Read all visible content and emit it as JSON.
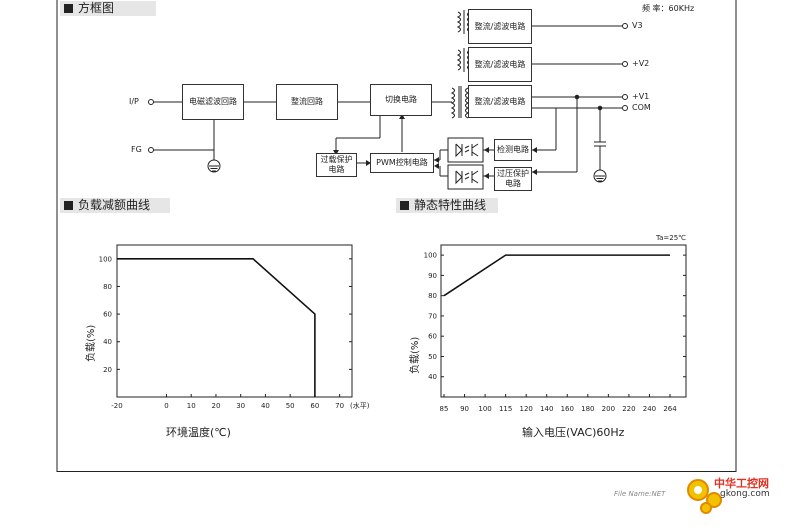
{
  "headers": {
    "block_diagram": "方框图",
    "derating": "负载减额曲线",
    "static": "静态特性曲线"
  },
  "block_diagram": {
    "freq": "频 率：60KHz",
    "ip": "I/P",
    "fg": "FG",
    "emi": "电磁滤波回路",
    "rectifier": "整流回路",
    "switching": "切换电路",
    "rect_filter_v3": "整流/滤波电路",
    "rect_filter_v2": "整流/滤波电路",
    "rect_filter_v1": "整流/滤波电路",
    "v3": "V3",
    "v2": "+V2",
    "v1": "+V1",
    "com": "COM",
    "ocp": "过载保护电路",
    "pwm": "PWM控制电路",
    "detect": "检测电路",
    "ovp": "过压保护电路"
  },
  "chart_data": [
    {
      "type": "line",
      "title": "负载减额曲线",
      "xlabel": "环境温度(℃)",
      "ylabel": "负载(%)",
      "x_ticks": [
        "-20",
        "0",
        "10",
        "20",
        "30",
        "40",
        "50",
        "60",
        "70"
      ],
      "x_tick_unit": "(水平)",
      "y_ticks": [
        "20",
        "40",
        "60",
        "80",
        "100"
      ],
      "xlim": [
        -20,
        75
      ],
      "ylim": [
        0,
        110
      ],
      "series": [
        {
          "x": [
            -20,
            35,
            60,
            60
          ],
          "y": [
            100,
            100,
            60,
            0
          ]
        }
      ],
      "grid": false
    },
    {
      "type": "line",
      "title": "静态特性曲线",
      "xlabel": "输入电压(VAC)60Hz",
      "ylabel": "负载(%)",
      "annotation": "Ta=25℃",
      "x_ticks": [
        "85",
        "90",
        "100",
        "115",
        "120",
        "140",
        "160",
        "180",
        "200",
        "220",
        "240",
        "264"
      ],
      "y_ticks": [
        "40",
        "50",
        "60",
        "70",
        "80",
        "90",
        "100"
      ],
      "ylim": [
        30,
        105
      ],
      "series": [
        {
          "x": [
            85,
            115,
            264
          ],
          "y": [
            80,
            100,
            100
          ]
        }
      ],
      "grid": false
    }
  ],
  "watermark": {
    "file_name": "File Name:NET",
    "site_cn": "中华工控网",
    "site_en": "gkong.com"
  }
}
